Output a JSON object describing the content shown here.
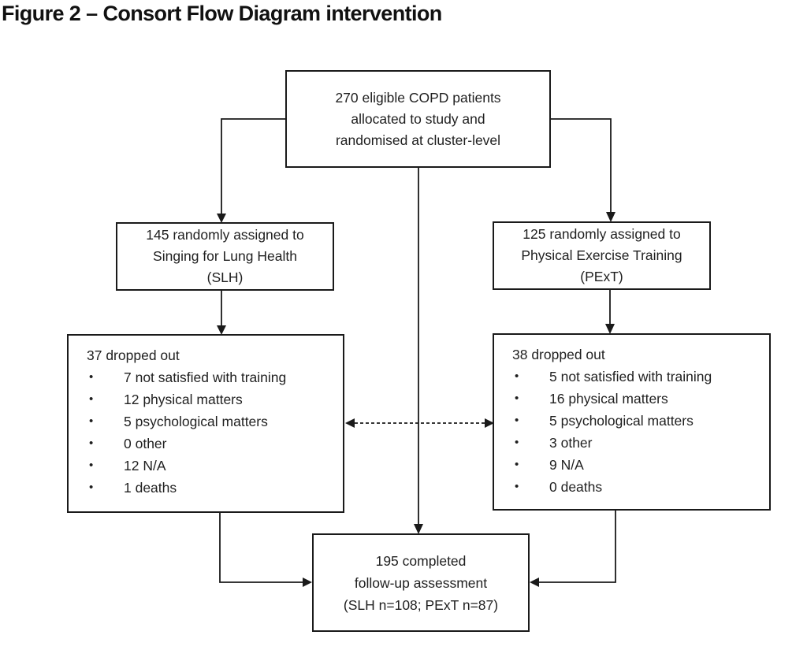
{
  "title": "Figure 2 – Consort Flow Diagram intervention",
  "glyphs": {
    "bullet": "•"
  },
  "colors": {
    "line": "#1a1a1a",
    "text": "#1f1f1f",
    "background": "#ffffff"
  },
  "boxes": {
    "allocation": {
      "lines": [
        "270 eligible COPD patients",
        "allocated to study and",
        "randomised at cluster-level"
      ]
    },
    "slh_assigned": {
      "lines": [
        "145 randomly assigned to",
        "Singing for Lung Health",
        "(SLH)"
      ]
    },
    "pext_assigned": {
      "lines": [
        "125 randomly assigned to",
        "Physical Exercise Training",
        "(PExT)"
      ]
    },
    "slh_dropout": {
      "header": "37 dropped out",
      "items": [
        "7 not satisfied with training",
        "12 physical matters",
        "5 psychological matters",
        "0 other",
        "12 N/A",
        "1 deaths"
      ]
    },
    "pext_dropout": {
      "header": "38 dropped out",
      "items": [
        "5 not satisfied with training",
        "16 physical matters",
        "5 psychological matters",
        "3 other",
        "9 N/A",
        "0 deaths"
      ]
    },
    "completed": {
      "lines": [
        "195 completed",
        "follow-up assessment",
        "(SLH n=108; PExT n=87)"
      ]
    }
  }
}
